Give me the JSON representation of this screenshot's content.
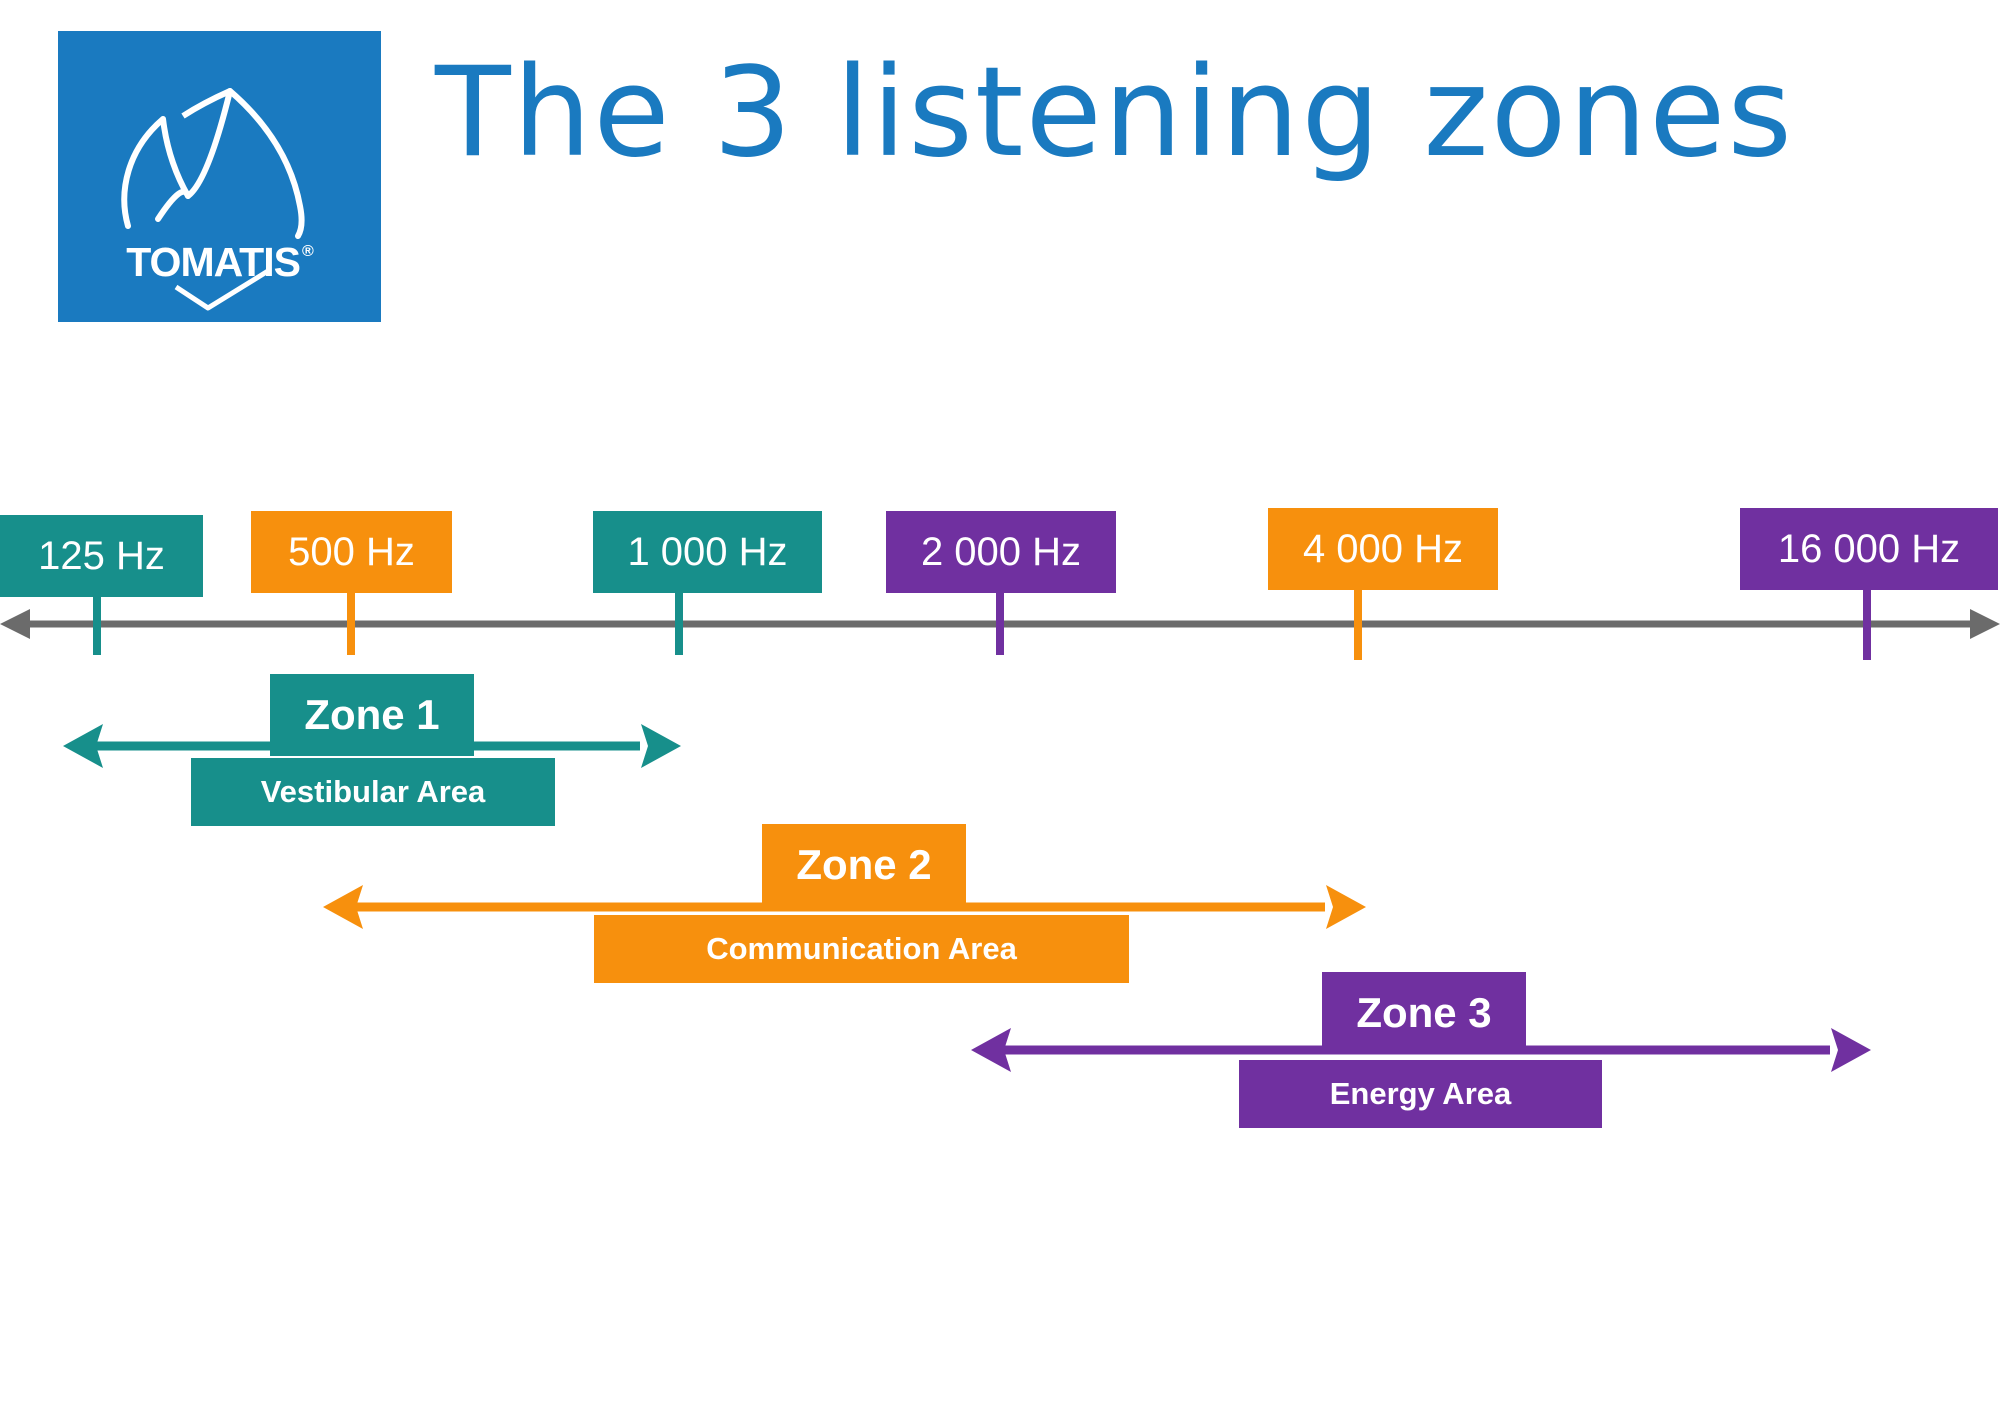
{
  "title": "The 3 listening zones",
  "logo": {
    "text": "TOMATIS",
    "mark": "®",
    "color": "#1a7ac0"
  },
  "colors": {
    "teal": "#178f8b",
    "orange": "#f7900d",
    "purple": "#7030a0",
    "axis": "#6b6b6b",
    "title": "#1a7ac0"
  },
  "frequencies": [
    {
      "label": "125 Hz",
      "color": "teal"
    },
    {
      "label": "500 Hz",
      "color": "orange"
    },
    {
      "label": "1 000 Hz",
      "color": "teal"
    },
    {
      "label": "2 000 Hz",
      "color": "purple"
    },
    {
      "label": "4 000 Hz",
      "color": "orange"
    },
    {
      "label": "16 000 Hz",
      "color": "purple"
    }
  ],
  "zones": [
    {
      "name": "Zone 1",
      "area": "Vestibular Area",
      "color": "teal"
    },
    {
      "name": "Zone 2",
      "area": "Communication Area",
      "color": "orange"
    },
    {
      "name": "Zone 3",
      "area": "Energy Area",
      "color": "purple"
    }
  ]
}
